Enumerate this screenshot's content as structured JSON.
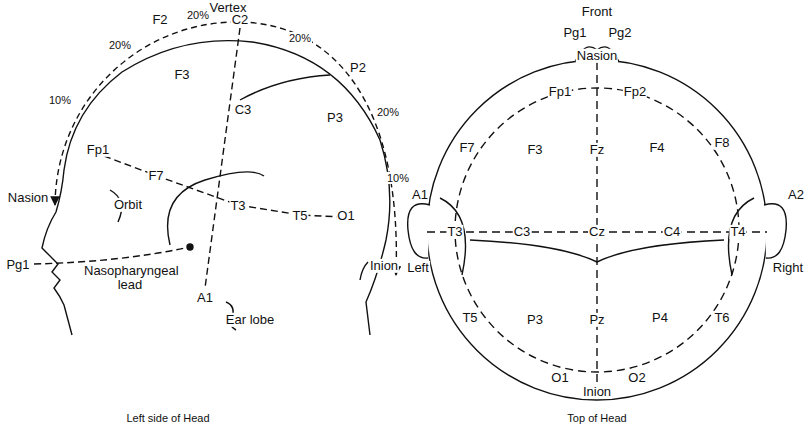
{
  "diagram": {
    "labels": [
      "Vertex",
      "F2",
      "20%",
      "C2",
      "20%",
      "20%",
      "10%",
      "F3",
      "C3",
      "P3",
      "P2",
      "20%",
      "10%",
      "Fp1",
      "F7",
      "Nasion",
      "Orbit",
      "T3",
      "T5",
      "O1",
      "Pg1",
      "Nasopharyngeal lead",
      "A1",
      "Ear lobe",
      "Inion",
      "Left side of Head",
      "Front",
      "Pg1",
      "Pg2",
      "Nasion",
      "Fp1",
      "Fp2",
      "F7",
      "F3",
      "Fz",
      "F4",
      "F8",
      "A1",
      "T3",
      "C3",
      "Cz",
      "C4",
      "T4",
      "A2",
      "Left",
      "Right",
      "T5",
      "P3",
      "Pz",
      "P4",
      "T6",
      "O1",
      "O2",
      "Inion",
      "Top of Head"
    ]
  }
}
